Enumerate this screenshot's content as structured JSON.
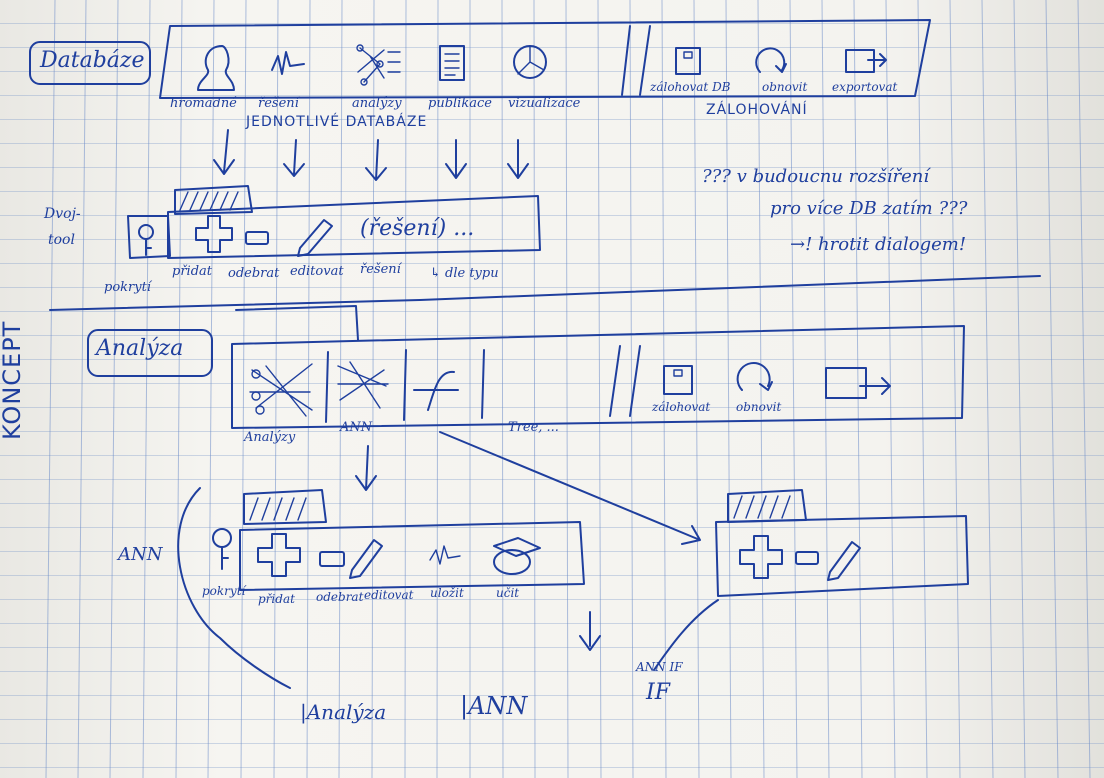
{
  "database_section": {
    "title": "Databáze",
    "toolbar_labels": [
      "hromadné",
      "řešení",
      "analýzy",
      "publikace",
      "vizualizace"
    ],
    "toolbar_caption": "JEDNOTLIVÉ DATABÁZE",
    "backup_labels": [
      "zálohovat DB",
      "obnovit",
      "exportovat"
    ],
    "backup_caption": "ZÁLOHOVÁNÍ",
    "side_label_line1": "Dvoj-",
    "side_label_line2": "tool",
    "sub_actions": [
      "přidat",
      "odebrat",
      "editovat",
      "řešení"
    ],
    "key_label": "pokrytí",
    "type_caption": "↳ dle typu",
    "sub_placeholder": "(řešení) ...",
    "note_line1": "??? v budoucnu rozšíření",
    "note_line2": "pro více DB zatím ???",
    "note_line3": "→! hrotit dialogem!"
  },
  "concept_label": "KONCEPT",
  "analysis_section": {
    "title": "Analýza",
    "toolbar_labels": [
      "Analýzy",
      "ANN",
      "Tree, ..."
    ],
    "backup_labels": [
      "zálohovat",
      "obnovit"
    ],
    "ann_label": "ANN",
    "ann_actions": [
      "pokrytí",
      "přidat",
      "odebrat",
      "editovat",
      "uložit",
      "učit"
    ],
    "right_panel_caption": "ANN IF",
    "bottom_labels": [
      "|Analýza",
      "|ANN",
      "IF"
    ]
  }
}
